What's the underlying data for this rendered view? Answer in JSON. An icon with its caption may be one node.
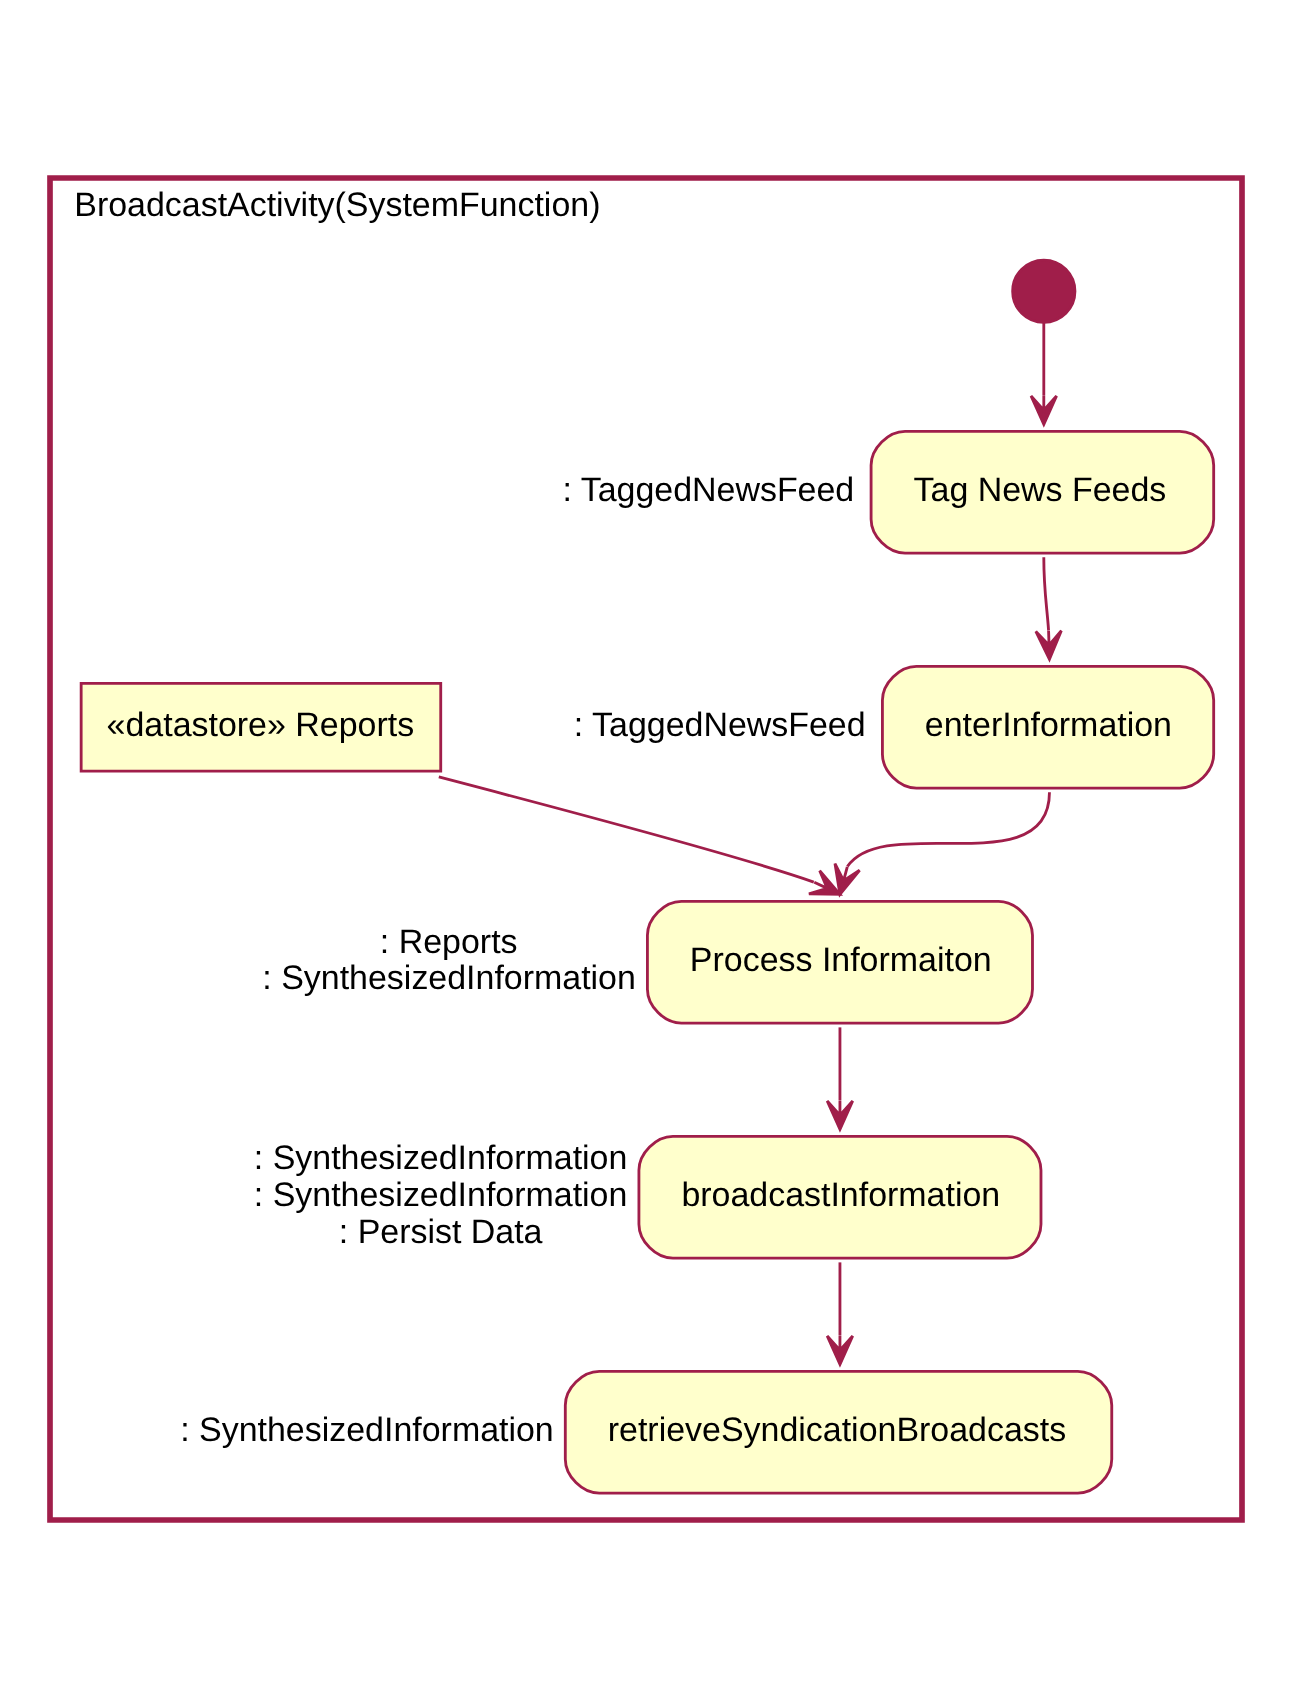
{
  "diagram": {
    "nodes": [
      {
        "text": [
          "BroadcastActivity(SystemFunction)"
        ]
      },
      {
        "text": [],
        "shape": "circle",
        "in": 0
      },
      {
        "text": [
          "Tag News Feeds"
        ],
        "in": 0,
        "beside": [
          ": TaggedNewsFeed"
        ]
      },
      {
        "text": [
          "enterInformation"
        ],
        "in": 0,
        "beside": [
          ": TaggedNewsFeed"
        ]
      },
      {
        "text": [
          "«datastore» Reports"
        ],
        "in": 0
      },
      {
        "text": [
          "Process Informaiton"
        ],
        "in": 0,
        "beside": [
          ": Reports",
          ": SynthesizedInformation"
        ]
      },
      {
        "text": [
          "broadcastInformation"
        ],
        "in": 0,
        "beside": [
          ": SynthesizedInformation",
          ": SynthesizedInformation",
          ": Persist Data"
        ]
      },
      {
        "text": [
          "retrieveSyndicationBroadcasts"
        ],
        "in": 0,
        "beside": [
          ": SynthesizedInformation"
        ]
      }
    ],
    "edges": [
      {
        "from": 1,
        "to": 2,
        "arrow": "to"
      },
      {
        "from": 2,
        "to": 3,
        "arrow": "to"
      },
      {
        "from": 4,
        "to": 5,
        "arrow": "to"
      },
      {
        "from": 3,
        "to": 5,
        "arrow": "to"
      },
      {
        "from": 5,
        "to": 6,
        "arrow": "to"
      },
      {
        "from": 6,
        "to": 7,
        "arrow": "to"
      }
    ]
  }
}
